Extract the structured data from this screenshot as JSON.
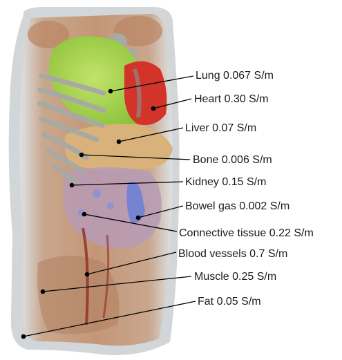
{
  "labels": [
    {
      "id": "lung",
      "text": "Lung 0.067 S/m"
    },
    {
      "id": "heart",
      "text": "Heart 0.30 S/m"
    },
    {
      "id": "liver",
      "text": "Liver 0.07 S/m"
    },
    {
      "id": "bone",
      "text": "Bone 0.006 S/m"
    },
    {
      "id": "kidney",
      "text": "Kidney 0.15 S/m"
    },
    {
      "id": "bowel-gas",
      "text": "Bowel gas 0.002 S/m"
    },
    {
      "id": "connective-tissue",
      "text": "Connective tissue 0.22 S/m"
    },
    {
      "id": "blood-vessels",
      "text": "Blood vessels 0.7 S/m"
    },
    {
      "id": "muscle",
      "text": "Muscle 0.25 S/m"
    },
    {
      "id": "fat",
      "text": "Fat 0.05 S/m"
    }
  ],
  "colors": {
    "fat": "#c9cfd2",
    "muscle": "#b98563",
    "lung": "#a6d24a",
    "heart": "#d2342a",
    "liver": "#d8b27a",
    "bone": "#a9a9a4",
    "kidney": "#b79bb6",
    "bowel_gas": "#6f7fd6",
    "connective": "#a98aa2",
    "blood": "#8e2c22"
  }
}
